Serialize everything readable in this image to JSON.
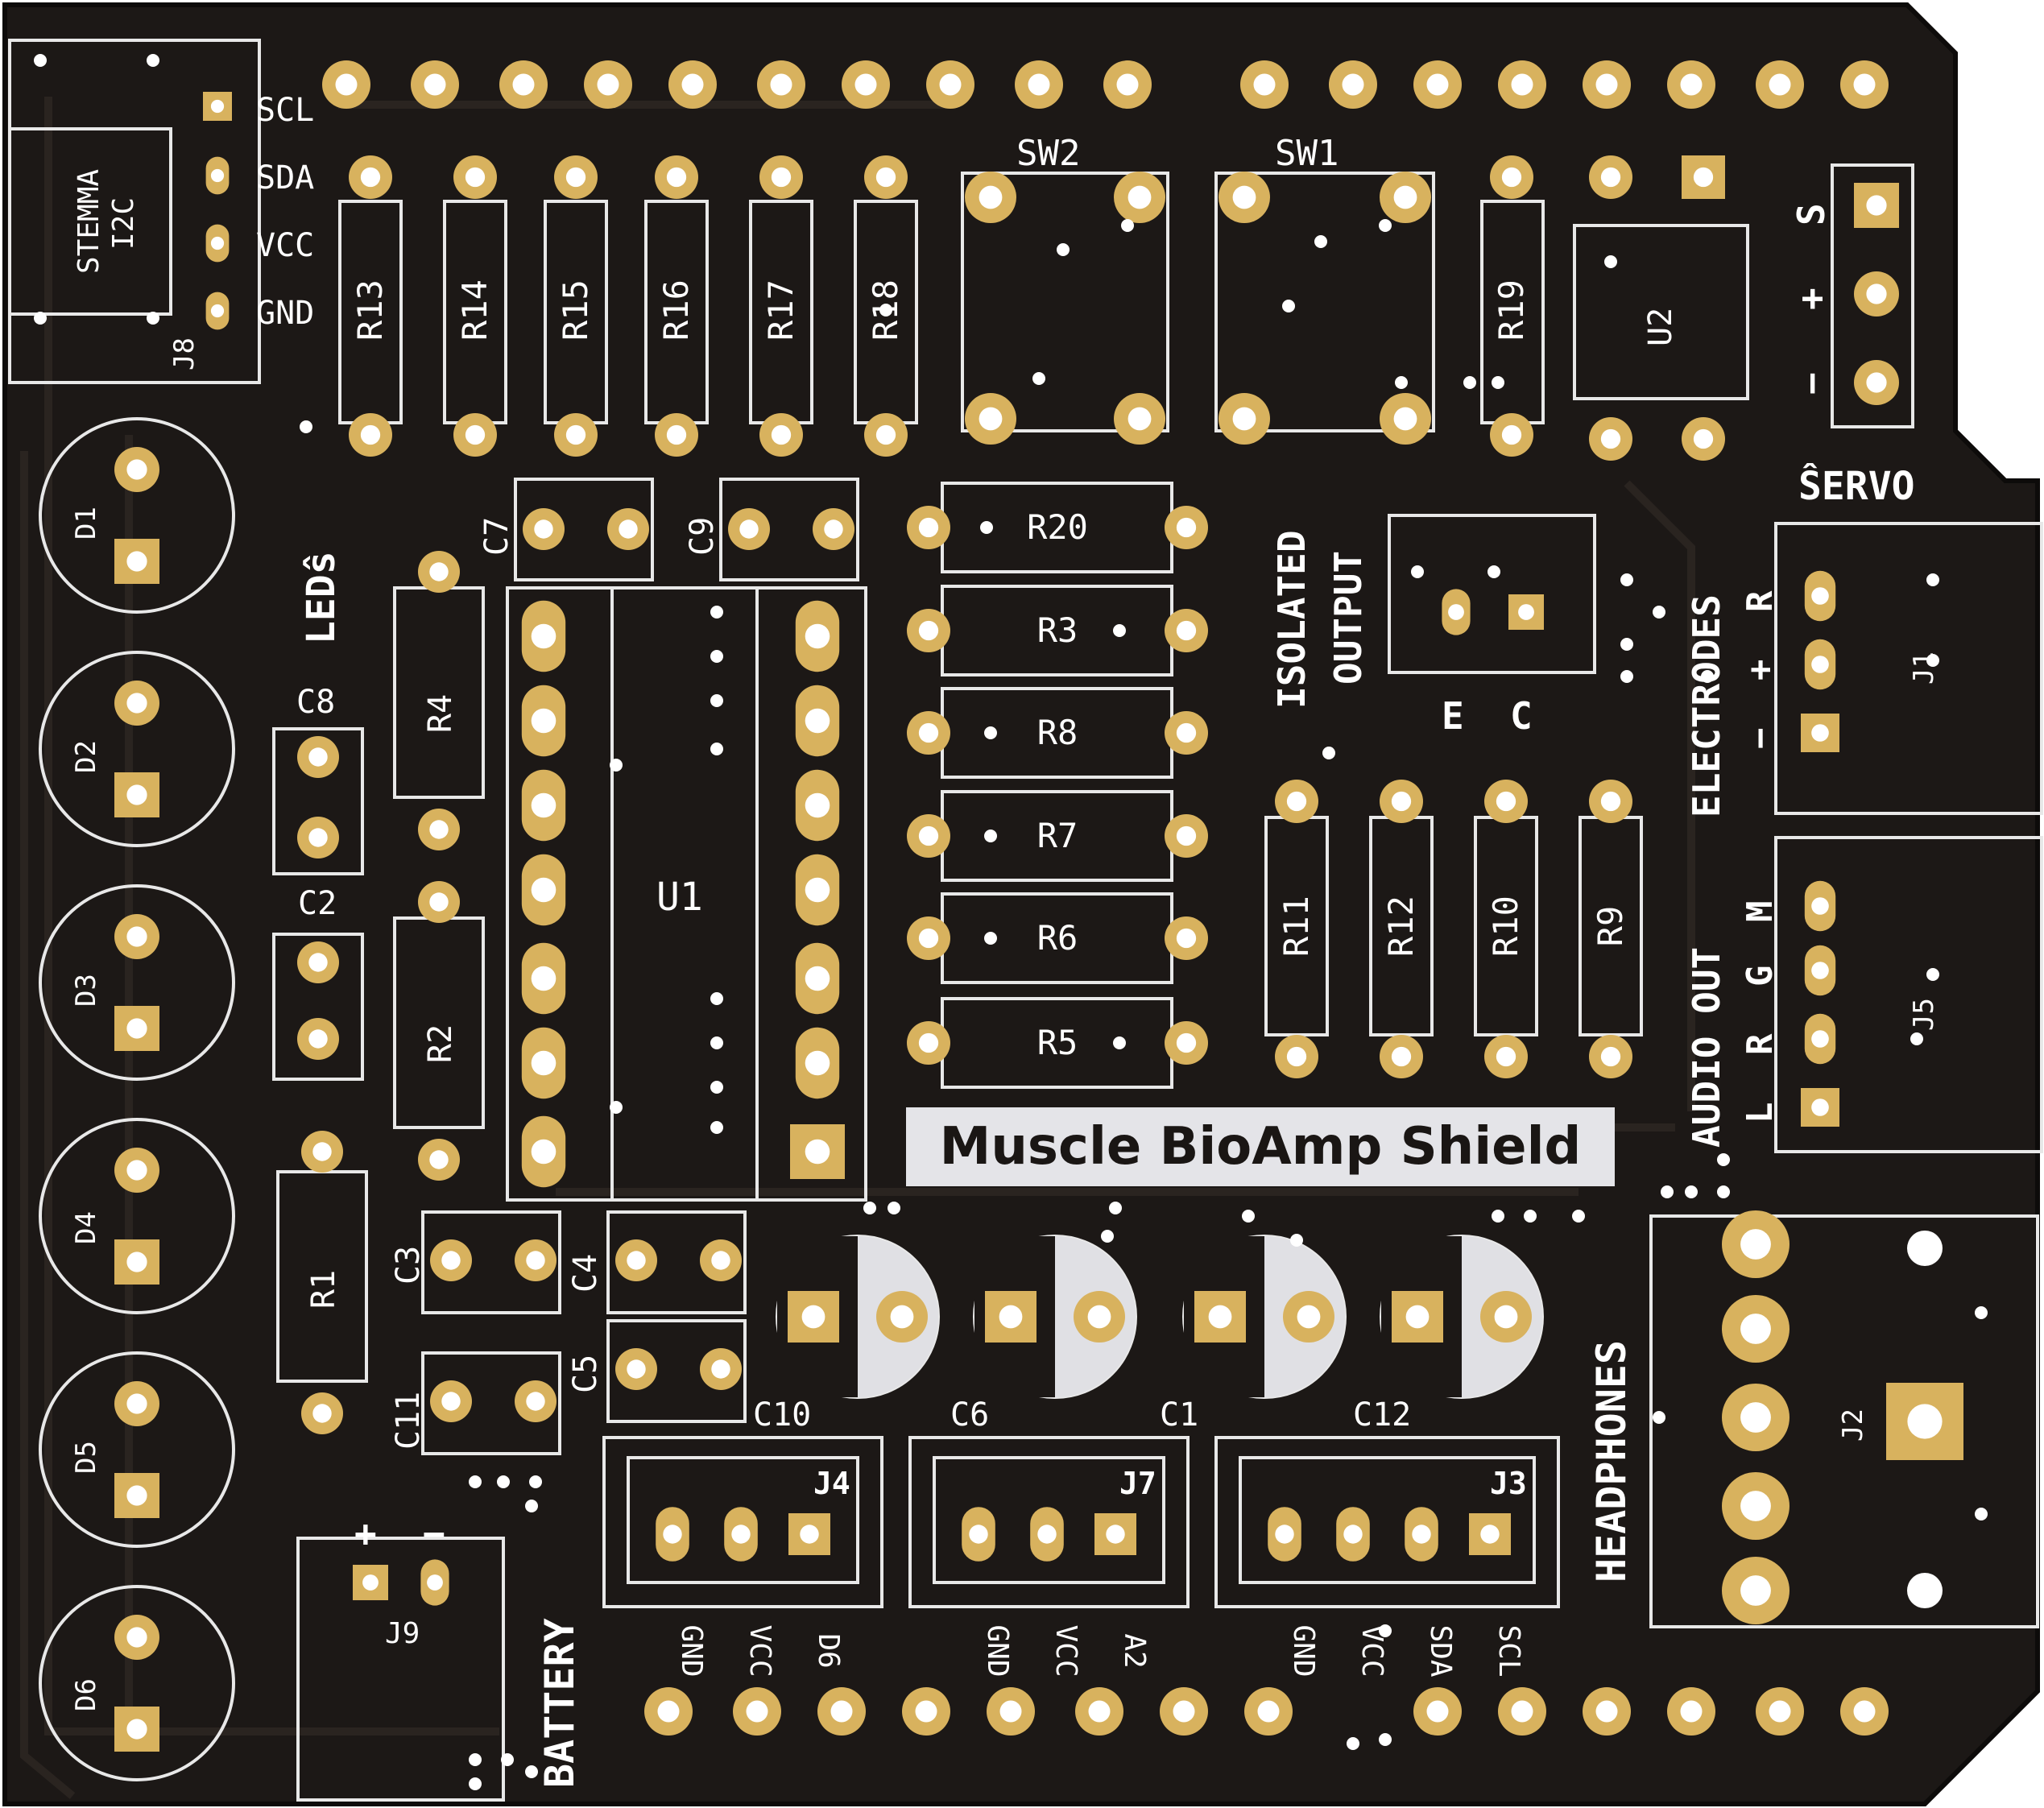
{
  "board_title": "Muscle BioAmp Shield",
  "colors": {
    "board": "#1c1816",
    "board_edge": "#0d0b0a",
    "pad": "#d8b25e",
    "hole": "#ffffff",
    "silk": "#e8e8e8",
    "trace": "#2a2420"
  },
  "labels": {
    "stemma": "STEMMA",
    "i2c": "I2C",
    "scl": "SCL",
    "sda": "SDA",
    "vcc": "VCC",
    "gnd": "GND",
    "j8": "J8",
    "leds": "LEDŝ",
    "sw2": "SW2",
    "sw1": "SW1",
    "u1": "U1",
    "u2": "U2",
    "isolated": "ISOLATED",
    "output": "OUTPUT",
    "e": "E",
    "c": "C",
    "electrodes": "ELECTRODES",
    "r_lbl": "R",
    "plus": "+",
    "minus": "−",
    "servo": "ŜERVO",
    "s_lbl": "S",
    "j1": "J1",
    "j5": "J5",
    "j2": "J2",
    "j3": "J3",
    "j4": "J4",
    "j7": "J7",
    "j9": "J9",
    "audio_out": "AUDIO OUT",
    "m": "M",
    "g": "G",
    "l": "L",
    "headphones": "HEADPHONES",
    "battery": "BATTERY",
    "c10": "C10",
    "c6": "C6",
    "c1": "C1",
    "c12": "C12",
    "c3": "C3",
    "c4": "C4",
    "c5": "C5",
    "c11": "C11",
    "c7": "C7",
    "c9": "C9",
    "c8": "C8",
    "c2": "C2",
    "r1": "R1",
    "r2": "R2",
    "r4": "R4",
    "d1": "D1",
    "d2": "D2",
    "d3": "D3",
    "d4": "D4",
    "d5": "D5",
    "d6": "D6",
    "a2": "A2",
    "d6pin": "D6"
  },
  "top_resistors": [
    "R13",
    "R14",
    "R15",
    "R16",
    "R17",
    "R18"
  ],
  "r19": "R19",
  "center_resistors": [
    "R20",
    "R3",
    "R8",
    "R7",
    "R6",
    "R5"
  ],
  "right_resistors": [
    "R11",
    "R12",
    "R10",
    "R9"
  ],
  "j4_pins": [
    "GND",
    "VCC",
    "D6"
  ],
  "j7_pins": [
    "GND",
    "VCC",
    "A2"
  ],
  "j3_pins": [
    "GND",
    "VCC",
    "SDA",
    "SCL"
  ]
}
